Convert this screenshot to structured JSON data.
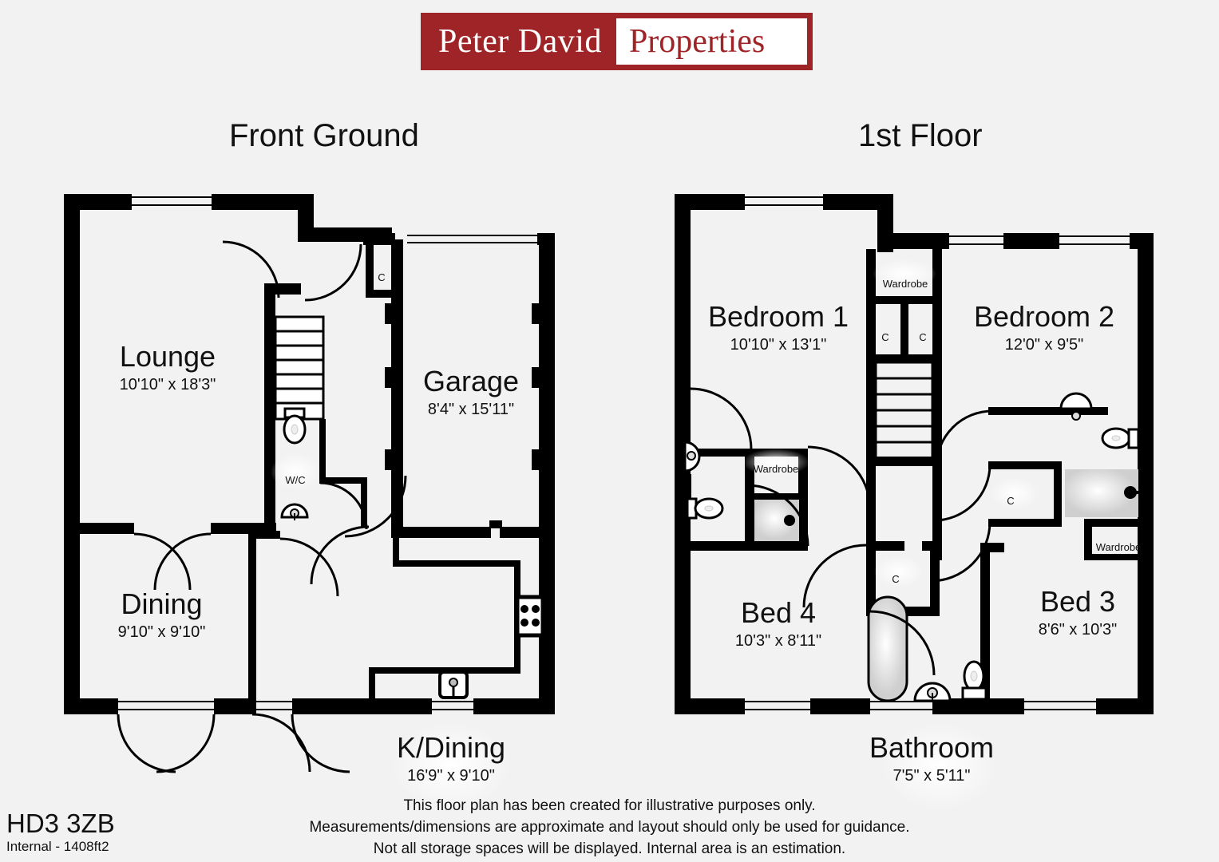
{
  "brand": {
    "name_left": "Peter David",
    "name_right": "Properties",
    "bg_color": "#9e2427",
    "text_color": "#ffffff"
  },
  "plans": {
    "ground": {
      "title": "Front Ground",
      "rooms": [
        {
          "name": "Lounge",
          "dims": "10'10\" x 18'3\""
        },
        {
          "name": "Garage",
          "dims": "8'4\" x 15'11\""
        },
        {
          "name": "Dining",
          "dims": "9'10\" x 9'10\""
        },
        {
          "name": "K/Dining",
          "dims": "16'9\" x 9'10\""
        }
      ],
      "features": [
        {
          "label": "W/C"
        },
        {
          "label": "C"
        }
      ]
    },
    "first": {
      "title": "1st Floor",
      "rooms": [
        {
          "name": "Bedroom 1",
          "dims": "10'10\" x 13'1\""
        },
        {
          "name": "Bedroom 2",
          "dims": "12'0\" x 9'5\""
        },
        {
          "name": "Bed 4",
          "dims": "10'3\" x 8'11\""
        },
        {
          "name": "Bed 3",
          "dims": "8'6\" x 10'3\""
        },
        {
          "name": "Bathroom",
          "dims": "7'5\" x 5'11\""
        }
      ],
      "features": [
        {
          "label": "Wardrobe"
        },
        {
          "label": "C"
        },
        {
          "label": "C"
        },
        {
          "label": "Wardrobe"
        },
        {
          "label": "C"
        },
        {
          "label": "Wardrobe"
        },
        {
          "label": "C"
        }
      ]
    }
  },
  "footer": {
    "line1": "This floor plan has been created for illustrative purposes only.",
    "line2": "Measurements/dimensions are approximate and layout should only be used for guidance.",
    "line3": "Not all storage spaces will be displayed. Internal area is an estimation."
  },
  "property": {
    "postcode": "HD3 3ZB",
    "internal_area": "Internal - 1408ft2"
  }
}
